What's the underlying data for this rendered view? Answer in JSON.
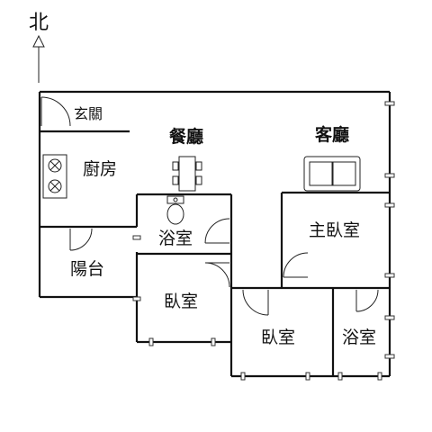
{
  "compass": {
    "label": "北"
  },
  "rooms": {
    "entrance": "玄關",
    "dining": "餐廳",
    "living": "客廳",
    "kitchen": "廚房",
    "bath_center": "浴室",
    "master_bedroom": "主臥室",
    "balcony": "陽台",
    "bedroom_left": "臥室",
    "bedroom_mid": "臥室",
    "bath_right": "浴室"
  }
}
